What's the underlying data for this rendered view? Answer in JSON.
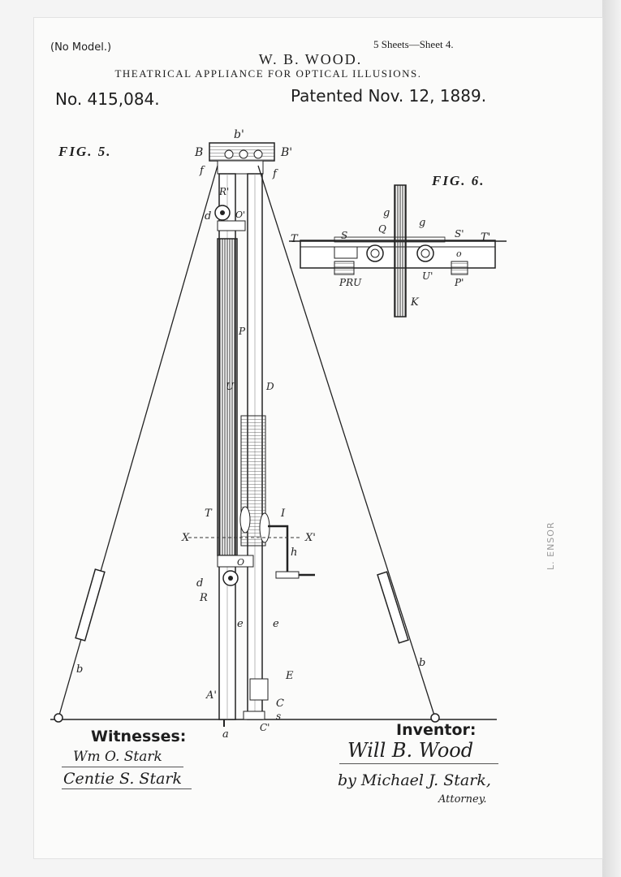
{
  "header": {
    "no_model": "(No Model.)",
    "sheet": "5 Sheets—Sheet 4.",
    "inventor": "W. B. WOOD.",
    "title": "THEATRICAL APPLIANCE FOR OPTICAL ILLUSIONS.",
    "number": "No. 415,084.",
    "date": "Patented Nov. 12, 1889."
  },
  "figures": {
    "fig5": "FIG. 5.",
    "fig6": "FIG. 6."
  },
  "labels": {
    "fig5": {
      "b_top": "b'",
      "B": "B",
      "B_prime": "B'",
      "f_left": "f",
      "f_right": "f",
      "R_prime": "R'",
      "d_top": "d",
      "O_prime": "O'",
      "P": "P",
      "U": "U",
      "D": "D",
      "T": "T",
      "I": "I",
      "X": "X",
      "X_prime": "X'",
      "O": "O",
      "h": "h",
      "d_bottom": "d",
      "R": "R",
      "e_left": "e",
      "e_right": "e",
      "E": "E",
      "A_prime": "A'",
      "C": "C",
      "s": "s",
      "a": "a",
      "C_prime": "C'",
      "b_left": "b",
      "b_right": "b"
    },
    "fig6": {
      "g": "g",
      "Q": "Q",
      "g2": "g",
      "T": "T",
      "S": "S",
      "S_prime": "S'",
      "T_prime": "T'",
      "o": "o",
      "PRU": "PRU",
      "U_prime": "U'",
      "P_prime": "P'",
      "K": "K"
    }
  },
  "signatures": {
    "witnesses_heading": "Witnesses:",
    "witness_1": "Wm O. Stark",
    "witness_2": "Centie S. Stark",
    "inventor_heading": "Inventor:",
    "inventor_signature": "Will B. Wood",
    "attorney_signature": "by Michael J. Stark,",
    "attorney_role": "Attorney."
  },
  "stamp": "L. ENSOR",
  "colors": {
    "paper": "#fbfbfa",
    "ink": "#1e1e1e",
    "stamp": "#999999"
  }
}
